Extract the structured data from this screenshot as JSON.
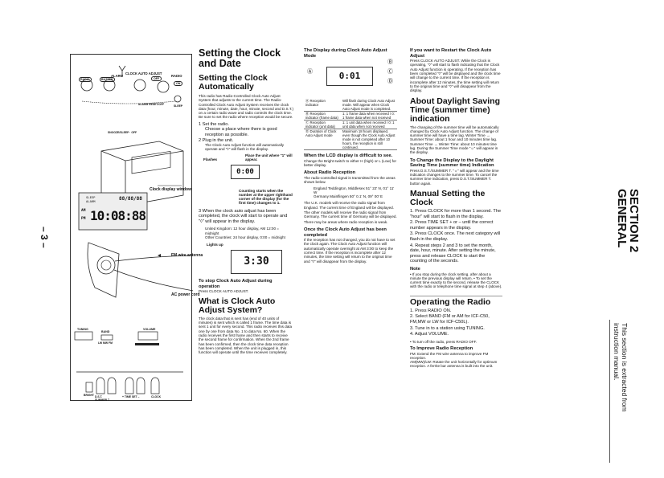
{
  "page_number": "– 3 –",
  "side_tab_title": "SECTION 2",
  "side_tab_sub": "GENERAL",
  "extract_note_1": "This section is extracted from",
  "extract_note_2": "instruction manual.",
  "figure": {
    "alarm": "ALARM",
    "clock_auto_adjust": "CLOCK AUTO ADJUST",
    "radio": "RADIO",
    "radio_btn": "RADIO",
    "buzzer_btn": "BUZZER",
    "off_btn": "OFF",
    "on_btn": "ON",
    "alarm_reset": "ALARM RESET/OFF",
    "sleep": "SLEEP",
    "snooze": "SNOOZE/SLEEP · OFF",
    "clock_display_window": "Clock display window",
    "fm_wire_antenna": "FM wire antenna",
    "ac_power_cord": "AC power cord",
    "tuning": "TUNING",
    "band": "BAND",
    "volume": "VOLUME",
    "lw_mw_fm": "LW MW FM",
    "bright": "BRIGHT",
    "dst_summer": "D.S.T. SUMMER T",
    "time_set": "+ TIME SET –",
    "clock": "CLOCK",
    "lcd_sleep": "SLEEP",
    "lcd_alarm": "ALARM",
    "lcd_am": "AM",
    "lcd_pm": "PM",
    "lcd_time": "10:08:88",
    "lcd_small": "88/88/88"
  },
  "col1": {
    "title": "Setting the Clock and Date",
    "sub": "Setting the Clock Automatically",
    "intro": "This radio has Radio-Controlled Clock Auto Adjust System that adjusts to the current time. The Radio-Controlled Clock Auto Adjust System receives the clock data (hour, minute, date, hour, minute, second and D.S.T.) on a certain radio wave and radio controls the clock time. Be sure to set the radio where reception would be secure.",
    "step1": "1  Set the radio.",
    "step1b": "Choose a place where there is good reception as possible.",
    "step2": "2  Plug in the unit.",
    "step2b": "The Clock Auto Adjust function will automatically operate and \"◊\" will flash in the display.",
    "flashes": "Flashes",
    "place_unit": "Place the unit where \"1\" will appear.",
    "counting": "Counting starts when the number at the upper righthand corner of the display (for the first time) changes to 1.",
    "step3": "3  When the clock auto adjust has been completed, the clock will start to operate and \"◊\" will appear in the display.",
    "uk": "United Kingdom: 12 hour display, AM 12:00 = midnight",
    "other": "Other Countries: 24 hour display, 0:00 = midnight",
    "lights_up": "Lights up",
    "stop_title": "To stop Clock Auto Adjust during operation",
    "stop_body": "Press CLOCK AUTO ADJUST.",
    "what_title": "What is Clock Auto Adjust System?",
    "what_body": "The clock data that is sent has (end of 40 units of minutes) is sent which is called 1 frame. The time data is sent 1 unit for every second. This radio receives this data one by one from data No. 1 to data No. 60. When the radio receives the first frame and then starts to receive the second frame for confirmation. When the 2nd frame has been confirmed, then the clock time data reception has been completed. When the unit is plugged in, this function will operate until the time receives completely."
  },
  "col2": {
    "title": "The Display during Clock Auto Adjust Mode",
    "lcd": "0:01",
    "rows": [
      [
        "Ⓐ Reception indicator",
        "Will flash during Clock Auto Adjust mode. Will appear when Clock Auto Adjust mode is completed."
      ],
      [
        "Ⓑ Reception indicator (frame data)",
        "1: 1 frame data when received / 0: 1 frame data when not received"
      ],
      [
        "Ⓒ Reception indicator (unit data)",
        "1: 1 unit data when received / 0: 1 unit data when not received"
      ],
      [
        "Ⓓ Duration of Clock Auto Adjust mode",
        "Maximum 18 hours displayed, even though the Clock Auto Adjust mode is not completed after 10 hours, the reception is still continued."
      ]
    ],
    "difficult_title": "When the LCD display is difficult to see.",
    "difficult_body": "Change the Bright switch to either H (high) or L (Low) for better display.",
    "about_title": "About Radio Reception",
    "about_body": "The radio-controlled signal is transmitted from the areas shown below.",
    "england": "England   Teddington, Middlesex 51° 22' N, 01° 11' W",
    "germany": "Germany   Mainflingen 50° 0.1' N, 09° 00' E",
    "bullets": [
      "The U.K. models will receive the radio signal from England. The current time of England will be displayed.",
      "The other models will receive the radio signal from Germany. The current time of Germany will be displayed.",
      "There may be areas where radio reception is weak."
    ],
    "once_title": "Once the Clock Auto Adjust has been completed",
    "once_body": "If the reception has not changed, you do not have to set the clock again. The Clock Auto Adjust function will automatically operate overnight at AM 3:00 to keep the correct time. If the reception is incomplete after 12 minutes, the time setting will return to the original time and \"◊\" will disappear from the display."
  },
  "col3": {
    "restart_title": "If you want to Restart the Clock Auto Adjust",
    "restart_body": "Press CLOCK AUTO ADJUST. While the Clock is operating, \"◊\" will start to flash indicating that the Clock Auto Adjust function is operating. If the reception has been completed \"◊\" will be displayed and the clock time will change to the current time. If the reception is incomplete after 12 minutes, the time setting will return to the original time and \"◊\" will disappear from the display.",
    "dst_title": "About Daylight Saving Time (summer time) indication",
    "dst_body": "The changing of the summer time will be automatically changed by Clock Auto Adjust function. The change of summer time will have a time lag. Winter Time → Summer Time: about 1 hour and 10 minutes time lag. Summer Time → Winter Time: about 10 minutes time lag. During the Summer Time mode \"☼\" will appear in the display.",
    "change_title": "To Change the Display to the Daylight Saving Time (summer time) Indication",
    "change_body": "Press D.S.T./SUMMER T. \"☼\" will appear and the time indication changes to the summer time. To cancel the summer time indication, press D.S.T./SUMMER T. button again.",
    "manual_title": "Manual Setting the Clock",
    "manual_steps": [
      "1. Press CLOCK for more than 1 second. The \"hour\" will start to flash in the display.",
      "2. Press TIME SET + or – until the correct number appears in the display.",
      "3. Press CLOCK once. The next category will flash in the display.",
      "4. Repeat steps 2 and 3 to set the month, date, hour, minute. After setting the minute, press and release CLOCK to start the counting of the seconds."
    ],
    "note_title": "Note",
    "note_body": "• If you stop during the clock setting, after about a minute the previous display will return. • To set the current time exactly to the second, release the CLOCK with the radio or telephone time signal at step 4 (above).",
    "radio_title": "Operating the Radio",
    "radio_steps": [
      "1. Press RADIO ON.",
      "2. Select BAND (FM or AM for ICF-C50, FM,MW or LW for ICF-C50L).",
      "3. Tune in to a station using TUNING.",
      "4. Adjust VOLUME."
    ],
    "turn_off": "• To turn off the radio, press RADIO OFF.",
    "improve_title": "To Improve Radio Reception",
    "improve_fm": "FM: Extend the FM wire antenna to improve FM reception.",
    "improve_am": "AM(MW)/LW: Rotate the unit horizontally for optimum reception. A ferrite bar antenna is built into the unit."
  }
}
